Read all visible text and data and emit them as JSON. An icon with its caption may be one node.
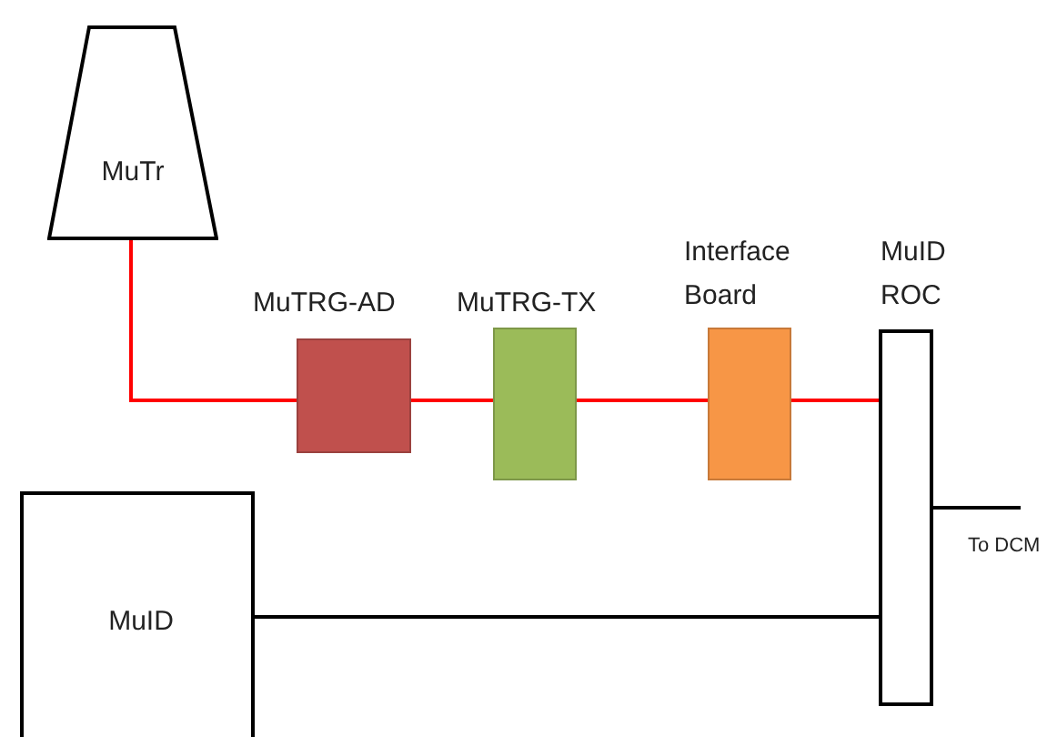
{
  "diagram": {
    "nodes": [
      {
        "text": [
          "MuTr"
        ]
      },
      {
        "text": [
          "MuTRG-AD"
        ]
      },
      {
        "text": [
          "MuTRG-TX"
        ]
      },
      {
        "text": [
          "Interface Board"
        ]
      },
      {
        "text": [
          "MuID ROC"
        ]
      },
      {
        "text": [
          "MuID"
        ]
      }
    ],
    "edges": [
      {
        "from": 0,
        "to": 1,
        "arrow": "none"
      },
      {
        "from": 1,
        "to": 2,
        "arrow": "none"
      },
      {
        "from": 2,
        "to": 3,
        "arrow": "none"
      },
      {
        "from": 3,
        "to": 4,
        "arrow": "none"
      },
      {
        "from": 5,
        "to": 4,
        "arrow": "none",
        "color": "#000000"
      },
      {
        "from": 4,
        "to": null,
        "arrow": "none",
        "label": "To DCM",
        "color": "#000000"
      }
    ]
  }
}
